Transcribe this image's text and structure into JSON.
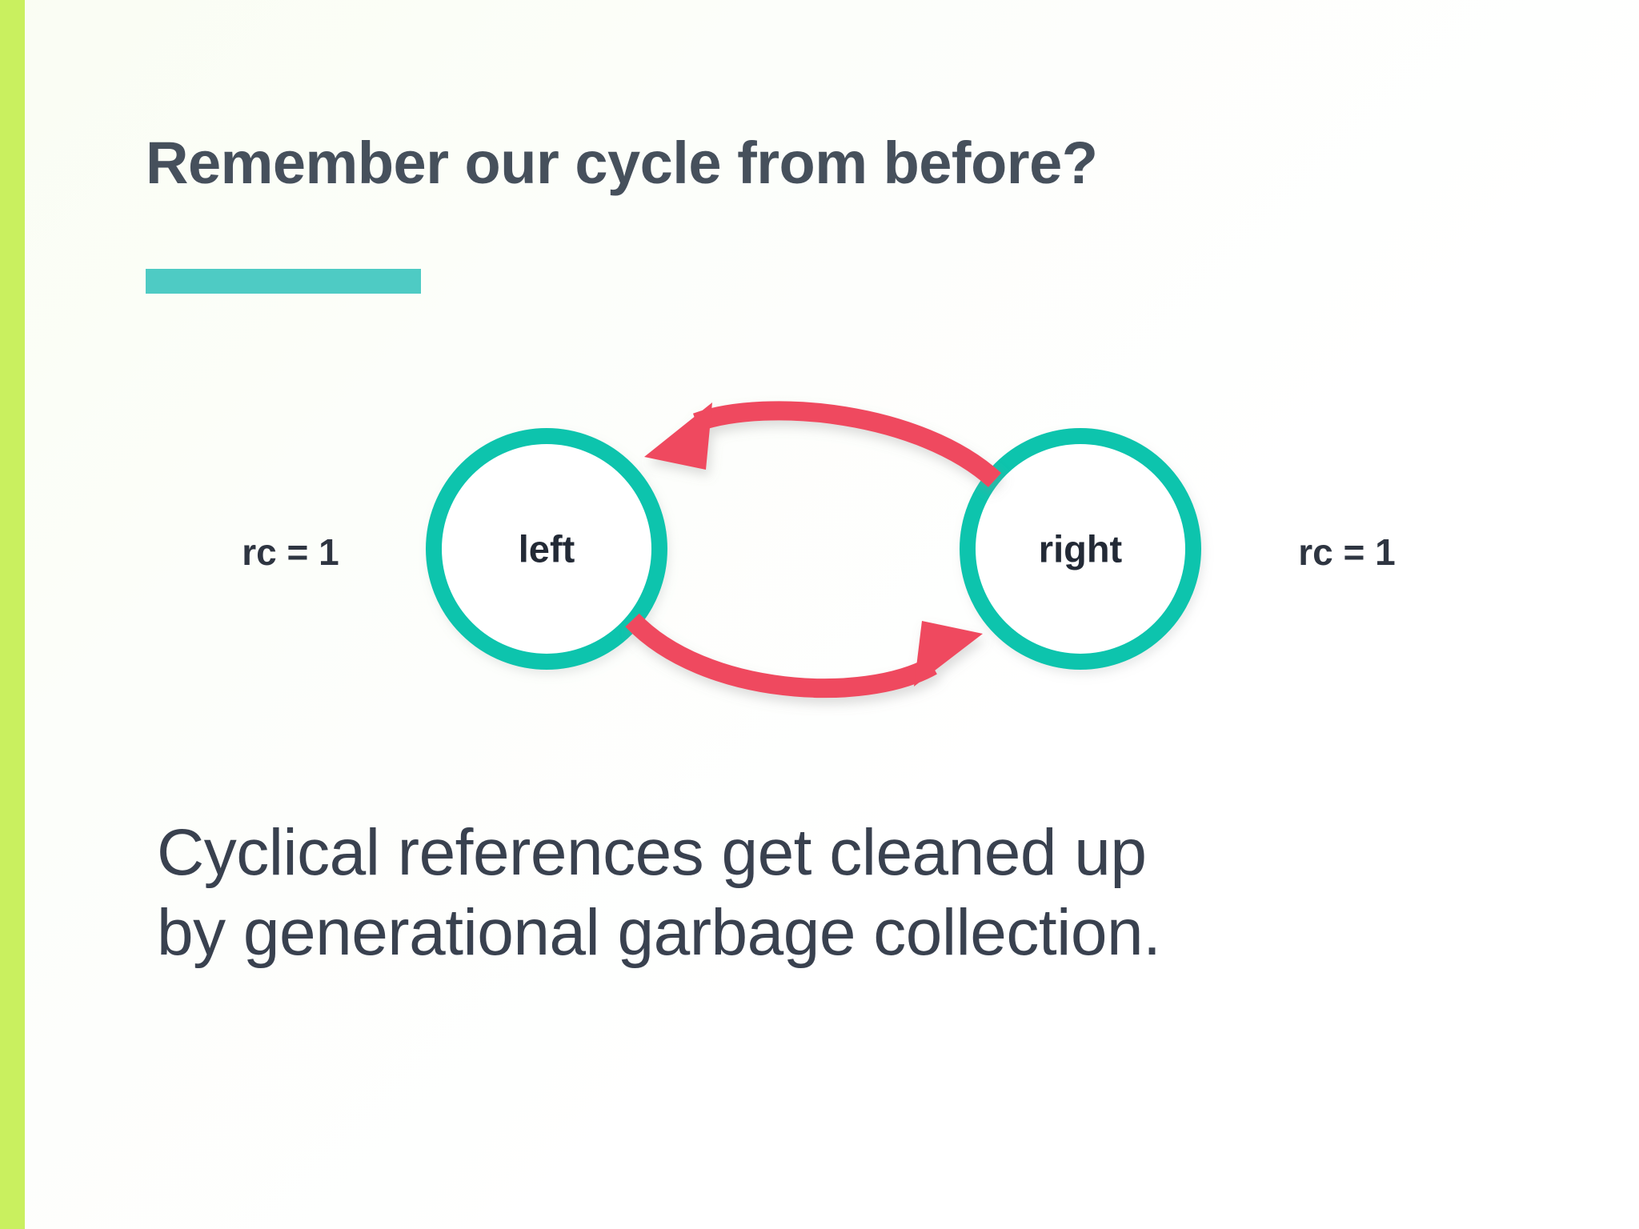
{
  "slide": {
    "title": "Remember our cycle from before?",
    "caption_lines": [
      "Cyclical references get cleaned up",
      "by generational garbage collection."
    ]
  },
  "colors": {
    "accent_bar_green": "#c9f05f",
    "title_rule_teal": "#4ecbc4",
    "node_ring_teal": "#0ec4ad",
    "arrow_red": "#ef4a5e",
    "title_text": "#46505c",
    "caption_text": "#39414f",
    "node_label_text": "#232a36",
    "background": "#ffffff"
  },
  "diagram": {
    "nodes": [
      {
        "id": "left",
        "label": "left",
        "rc_label": "rc = 1",
        "rc_side": "left"
      },
      {
        "id": "right",
        "label": "right",
        "rc_label": "rc = 1",
        "rc_side": "right"
      }
    ],
    "edges": [
      {
        "id": "right-to-left",
        "from": "right",
        "to": "left",
        "direction": "leftward",
        "position": "top"
      },
      {
        "id": "left-to-right",
        "from": "left",
        "to": "right",
        "direction": "rightward",
        "position": "bottom"
      }
    ]
  }
}
